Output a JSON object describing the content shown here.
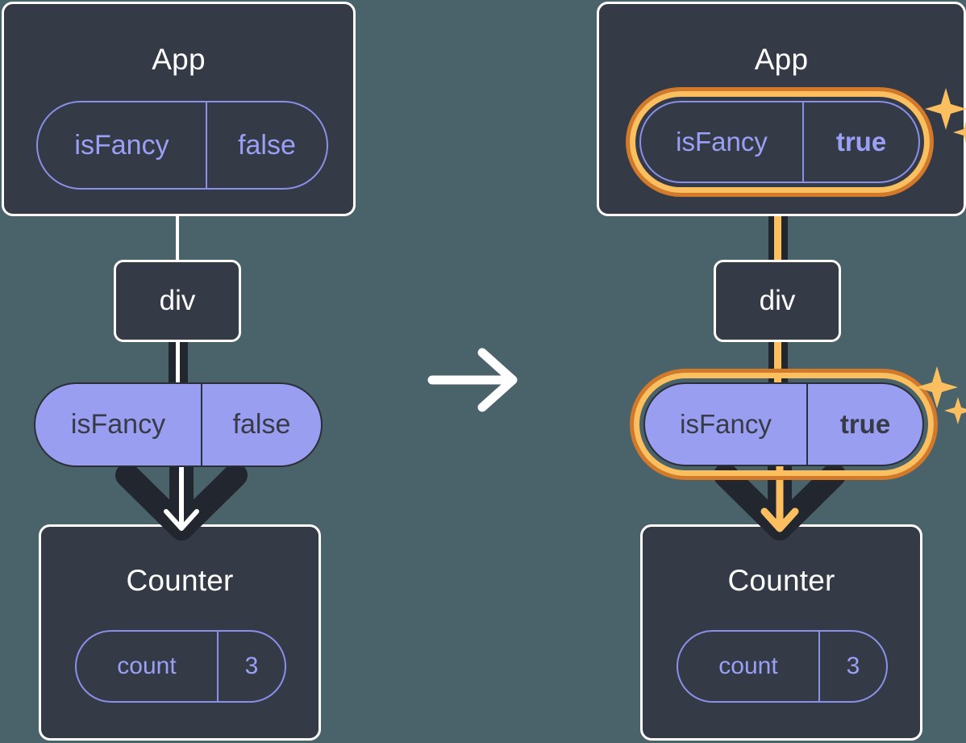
{
  "diagram": {
    "type": "react-state-propagation",
    "background_color": "#4a6269",
    "accent_highlight_color": "#fbbf60",
    "accent_glow_color": "#d2792a",
    "pill_fill_color": "#9a9ef0",
    "pill_outline_color": "#8a8fe8",
    "box_fill_color": "#343a46",
    "box_border_color": "#ffffff",
    "transition_arrow": "arrow-right",
    "panels": [
      {
        "id": "before",
        "app": {
          "title": "App",
          "state_pill": {
            "key": "isFancy",
            "value": "false",
            "style": "ghost",
            "highlighted": false
          }
        },
        "div": {
          "title": "div"
        },
        "prop_pill": {
          "key": "isFancy",
          "value": "false",
          "style": "filled",
          "highlighted": false
        },
        "counter": {
          "title": "Counter",
          "state_pill": {
            "key": "count",
            "value": "3",
            "style": "ghost",
            "highlighted": false
          }
        },
        "arrow_color": "#ffffff",
        "sparkles": false
      },
      {
        "id": "after",
        "app": {
          "title": "App",
          "state_pill": {
            "key": "isFancy",
            "value": "true",
            "style": "ghost",
            "highlighted": true
          }
        },
        "div": {
          "title": "div"
        },
        "prop_pill": {
          "key": "isFancy",
          "value": "true",
          "style": "filled",
          "highlighted": true
        },
        "counter": {
          "title": "Counter",
          "state_pill": {
            "key": "count",
            "value": "3",
            "style": "ghost",
            "highlighted": false
          }
        },
        "arrow_color": "#fbbf60",
        "sparkles": true
      }
    ]
  }
}
